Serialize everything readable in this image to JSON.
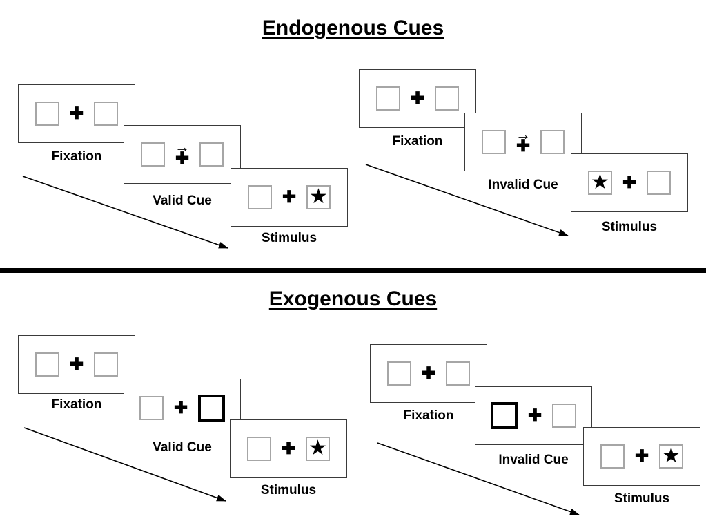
{
  "colors": {
    "background": "#ffffff",
    "ink": "#000000",
    "card_border": "#3a3a3a",
    "placeholder_box_border": "#a6a6a6",
    "highlight_box_border": "#000000",
    "divider": "#000000"
  },
  "icons": {
    "plus": "✚",
    "star": "★",
    "cue_arrow": "→"
  },
  "sections": [
    {
      "title": "Endogenous Cues",
      "sequences": [
        {
          "name": "endogenous-valid",
          "frames": [
            {
              "label": "Fixation",
              "left_box": "empty",
              "right_box": "empty",
              "center": "plus"
            },
            {
              "label": "Valid Cue",
              "left_box": "empty",
              "right_box": "empty",
              "center": "arrow-over-plus"
            },
            {
              "label": "Stimulus",
              "left_box": "empty",
              "right_box": "star",
              "center": "plus"
            }
          ]
        },
        {
          "name": "endogenous-invalid",
          "frames": [
            {
              "label": "Fixation",
              "left_box": "empty",
              "right_box": "empty",
              "center": "plus"
            },
            {
              "label": "Invalid Cue",
              "left_box": "empty",
              "right_box": "empty",
              "center": "arrow-over-plus"
            },
            {
              "label": "Stimulus",
              "left_box": "star",
              "right_box": "empty",
              "center": "plus"
            }
          ]
        }
      ]
    },
    {
      "title": "Exogenous Cues",
      "sequences": [
        {
          "name": "exogenous-valid",
          "frames": [
            {
              "label": "Fixation",
              "left_box": "empty",
              "right_box": "empty",
              "center": "plus"
            },
            {
              "label": "Valid Cue",
              "left_box": "empty",
              "right_box": "highlight",
              "center": "plus"
            },
            {
              "label": "Stimulus",
              "left_box": "empty",
              "right_box": "star",
              "center": "plus"
            }
          ]
        },
        {
          "name": "exogenous-invalid",
          "frames": [
            {
              "label": "Fixation",
              "left_box": "empty",
              "right_box": "empty",
              "center": "plus"
            },
            {
              "label": "Invalid Cue",
              "left_box": "highlight",
              "right_box": "empty",
              "center": "plus"
            },
            {
              "label": "Stimulus",
              "left_box": "empty",
              "right_box": "star",
              "center": "plus"
            }
          ]
        }
      ]
    }
  ]
}
